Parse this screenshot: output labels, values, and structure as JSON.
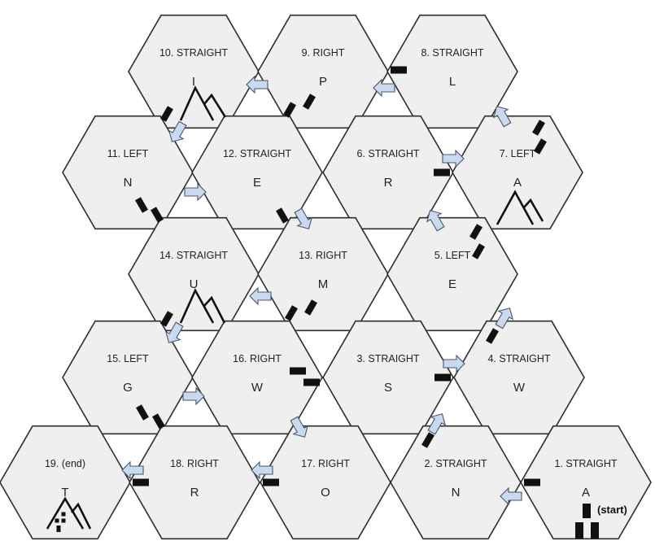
{
  "hexes": [
    {
      "label": "10. STRAIGHT",
      "letter": "I"
    },
    {
      "label": "9. RIGHT",
      "letter": "P"
    },
    {
      "label": "8. STRAIGHT",
      "letter": "L"
    },
    {
      "label": "11. LEFT",
      "letter": "N"
    },
    {
      "label": "12. STRAIGHT",
      "letter": "E"
    },
    {
      "label": "6. STRAIGHT",
      "letter": "R"
    },
    {
      "label": "7. LEFT",
      "letter": "A"
    },
    {
      "label": "14. STRAIGHT",
      "letter": "U"
    },
    {
      "label": "13. RIGHT",
      "letter": "M"
    },
    {
      "label": "5. LEFT",
      "letter": "E"
    },
    {
      "label": "15. LEFT",
      "letter": "G"
    },
    {
      "label": "16. RIGHT",
      "letter": "W"
    },
    {
      "label": "3. STRAIGHT",
      "letter": "S"
    },
    {
      "label": "4. STRAIGHT",
      "letter": "W"
    },
    {
      "label": "19. (end)",
      "letter": "T"
    },
    {
      "label": "18. RIGHT",
      "letter": "R"
    },
    {
      "label": "17. RIGHT",
      "letter": "O"
    },
    {
      "label": "2. STRAIGHT",
      "letter": "N"
    },
    {
      "label": "1. STRAIGHT",
      "letter": "A"
    }
  ],
  "start_label": "(start)",
  "colors": {
    "hex_fill": "#efefef",
    "hex_stroke": "#2e2e2e",
    "arrow_fill": "#c9daf0",
    "ink": "#111111"
  },
  "icons": {
    "arrow": "path-arrow-icon",
    "mountain": "mountain-icon",
    "tower": "tower-icon",
    "bars": "obstacle-bars-icon"
  }
}
